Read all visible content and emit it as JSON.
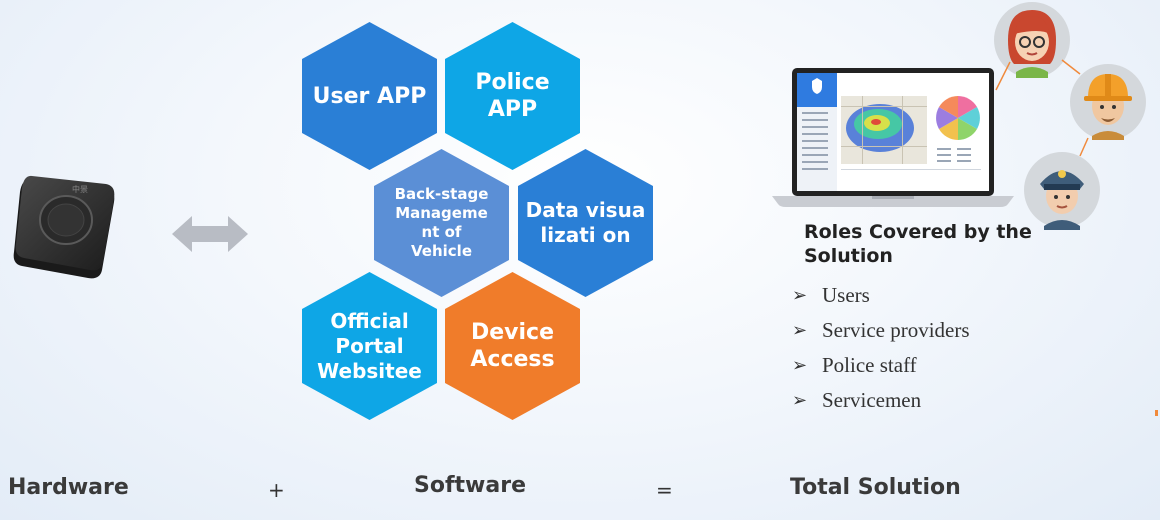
{
  "hexagons": [
    {
      "id": "user-app",
      "label": "User APP",
      "color": "#2a7fd6"
    },
    {
      "id": "police-app",
      "label": "Police APP",
      "color": "#0ea6e6"
    },
    {
      "id": "back-stage",
      "label": "Back-stage Manageme nt of Vehicle",
      "color": "#5b8fd6"
    },
    {
      "id": "data-vis",
      "label": "Data visualizati on",
      "color": "#2a7fd6"
    },
    {
      "id": "portal",
      "label": "Official Portal Websitee",
      "color": "#0ea6e6"
    },
    {
      "id": "device-access",
      "label": "Device Access",
      "color": "#f07c2a"
    }
  ],
  "roles": {
    "title": "Roles Covered by the Solution",
    "items": [
      "Users",
      "Service providers",
      "Police staff",
      "Servicemen"
    ]
  },
  "equation": {
    "hardware": "Hardware",
    "plus": "+",
    "software": "Software",
    "equals": "=",
    "total": "Total Solution"
  },
  "device_label": "中景"
}
